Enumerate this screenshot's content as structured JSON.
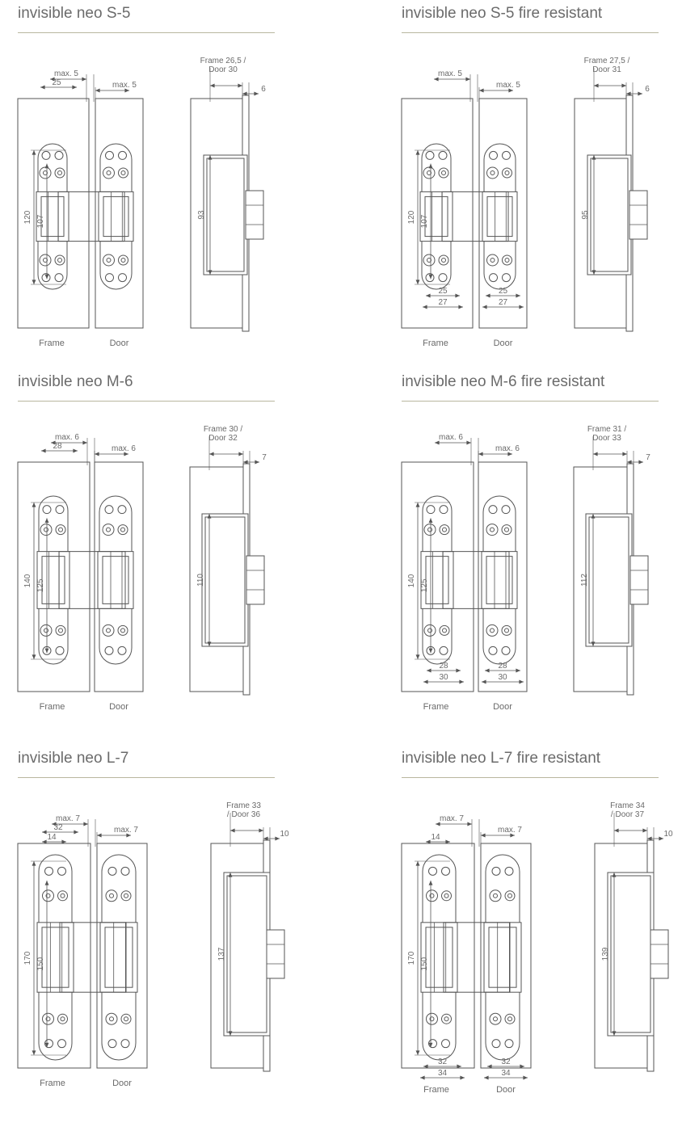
{
  "panels": [
    {
      "title": "invisible neo S-5",
      "size": "S",
      "fire_resistant": false,
      "labels": {
        "max_frame": "max. 5",
        "max_door": "max. 5",
        "frame_offset": "25",
        "pin_offset": "",
        "height_outer": "120",
        "height_inner": "107",
        "frame_door_line1": "Frame 26,5 /",
        "frame_door_line2": "Door 30",
        "side_depth": "6",
        "side_height": "93",
        "bottom_inner": "",
        "bottom_outer": "",
        "frame": "Frame",
        "door": "Door"
      }
    },
    {
      "title": "invisible neo S-5 fire resistant",
      "size": "S",
      "fire_resistant": true,
      "labels": {
        "max_frame": "max. 5",
        "max_door": "max. 5",
        "frame_offset": "",
        "pin_offset": "",
        "height_outer": "120",
        "height_inner": "107",
        "frame_door_line1": "Frame 27,5 /",
        "frame_door_line2": "Door 31",
        "side_depth": "6",
        "side_height": "95",
        "bottom_inner": "25",
        "bottom_outer": "27",
        "frame": "Frame",
        "door": "Door"
      }
    },
    {
      "title": "invisible neo M-6",
      "size": "M",
      "fire_resistant": false,
      "labels": {
        "max_frame": "max. 6",
        "max_door": "max. 6",
        "frame_offset": "28",
        "pin_offset": "",
        "height_outer": "140",
        "height_inner": "125",
        "frame_door_line1": "Frame 30 /",
        "frame_door_line2": "Door 32",
        "side_depth": "7",
        "side_height": "110",
        "bottom_inner": "",
        "bottom_outer": "",
        "frame": "Frame",
        "door": "Door"
      }
    },
    {
      "title": "invisible neo M-6 fire resistant",
      "size": "M",
      "fire_resistant": true,
      "labels": {
        "max_frame": "max. 6",
        "max_door": "max. 6",
        "frame_offset": "",
        "pin_offset": "",
        "height_outer": "140",
        "height_inner": "125",
        "frame_door_line1": "Frame 31 /",
        "frame_door_line2": "Door 33",
        "side_depth": "7",
        "side_height": "112",
        "bottom_inner": "28",
        "bottom_outer": "30",
        "frame": "Frame",
        "door": "Door"
      }
    },
    {
      "title": "invisible neo L-7",
      "size": "L",
      "fire_resistant": false,
      "labels": {
        "max_frame": "max. 7",
        "max_door": "max. 7",
        "frame_offset": "32",
        "pin_offset": "14",
        "height_outer": "170",
        "height_inner": "150",
        "frame_door_line1": "Frame 33",
        "frame_door_line2": "/ Door 36",
        "side_depth": "10",
        "side_height": "137",
        "bottom_inner": "",
        "bottom_outer": "",
        "frame": "Frame",
        "door": "Door"
      }
    },
    {
      "title": "invisible neo L-7 fire resistant",
      "size": "L",
      "fire_resistant": true,
      "labels": {
        "max_frame": "max. 7",
        "max_door": "max. 7",
        "frame_offset": "",
        "pin_offset": "14",
        "height_outer": "170",
        "height_inner": "150",
        "frame_door_line1": "Frame 34",
        "frame_door_line2": "/ Door 37",
        "side_depth": "10",
        "side_height": "139",
        "bottom_inner": "32",
        "bottom_outer": "34",
        "frame": "Frame",
        "door": "Door"
      }
    }
  ],
  "colors": {
    "line": "#555555",
    "rule": "#b9b79f",
    "text": "#6a6a6a"
  }
}
